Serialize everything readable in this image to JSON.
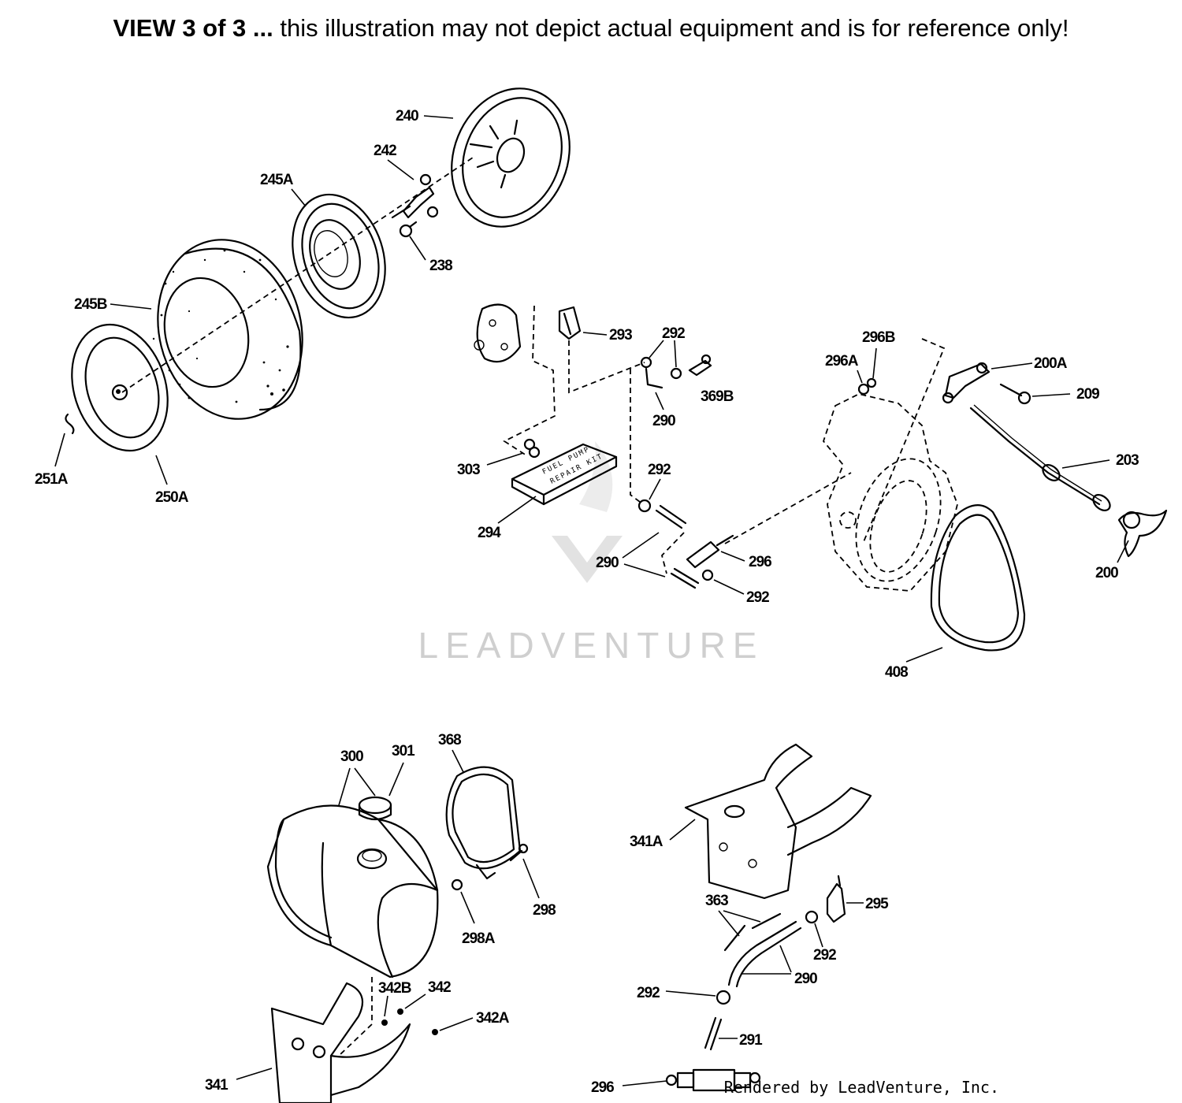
{
  "header": {
    "bold": "VIEW 3 of 3 ...",
    "rest": " this illustration may not depict actual equipment and is for reference only!"
  },
  "watermark": {
    "text": "LEADVENTURE"
  },
  "credit": "Rendered by LeadVenture, Inc.",
  "labels": {
    "p240": "240",
    "p242": "242",
    "p245A": "245A",
    "p238": "238",
    "p245B": "245B",
    "p251A": "251A",
    "p250A": "250A",
    "p293": "293",
    "p292a": "292",
    "p369B": "369B",
    "p290a": "290",
    "p303": "303",
    "p294": "294",
    "p292b": "292",
    "p290b": "290",
    "p296a": "296",
    "p292c": "292",
    "p296B": "296B",
    "p296A": "296A",
    "p200A": "200A",
    "p209": "209",
    "p203": "203",
    "p200": "200",
    "p408": "408",
    "p300": "300",
    "p301": "301",
    "p368": "368",
    "p298": "298",
    "p298A": "298A",
    "p342B": "342B",
    "p342": "342",
    "p342A": "342A",
    "p341": "341",
    "p341A": "341A",
    "p363": "363",
    "p295": "295",
    "p292d": "292",
    "p290c": "290",
    "p292e": "292",
    "p291": "291",
    "p296b": "296"
  }
}
